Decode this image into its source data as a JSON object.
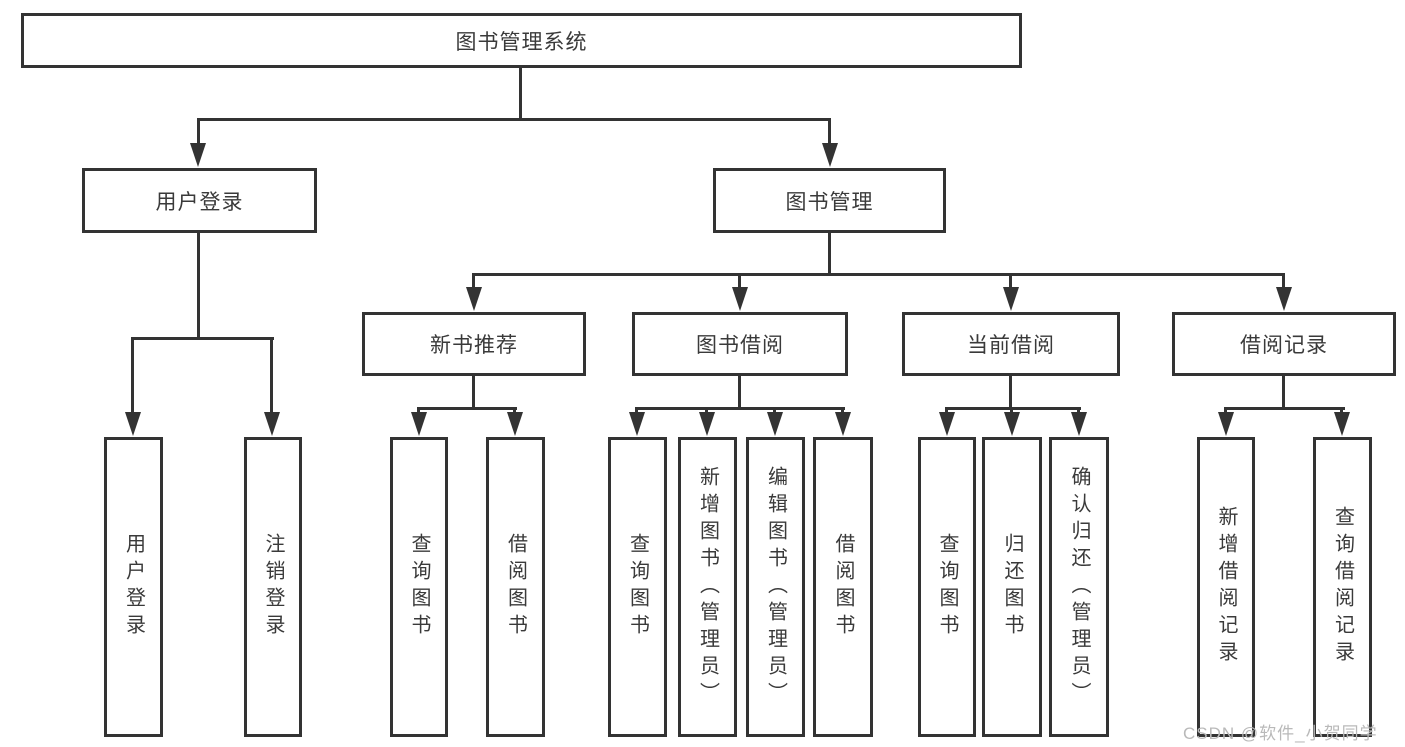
{
  "tree": {
    "root": {
      "label": "图书管理系统",
      "children": [
        {
          "label": "用户登录",
          "children": [
            {
              "label": "用户登录"
            },
            {
              "label": "注销登录"
            }
          ]
        },
        {
          "label": "图书管理",
          "children": [
            {
              "label": "新书推荐",
              "children": [
                {
                  "label": "查询图书"
                },
                {
                  "label": "借阅图书"
                }
              ]
            },
            {
              "label": "图书借阅",
              "children": [
                {
                  "label": "查询图书"
                },
                {
                  "label": "新增图书（管理员）"
                },
                {
                  "label": "编辑图书（管理员）"
                },
                {
                  "label": "借阅图书"
                }
              ]
            },
            {
              "label": "当前借阅",
              "children": [
                {
                  "label": "查询图书"
                },
                {
                  "label": "归还图书"
                },
                {
                  "label": "确认归还（管理员）"
                }
              ]
            },
            {
              "label": "借阅记录",
              "children": [
                {
                  "label": "新增借阅记录"
                },
                {
                  "label": "查询借阅记录"
                }
              ]
            }
          ]
        }
      ]
    }
  },
  "watermark": {
    "text": "CSDN @软件_小贺同学"
  },
  "colors": {
    "line": "#333333",
    "text": "#3a3a3a",
    "watermark": "#b9b9b9",
    "background": "#ffffff"
  }
}
